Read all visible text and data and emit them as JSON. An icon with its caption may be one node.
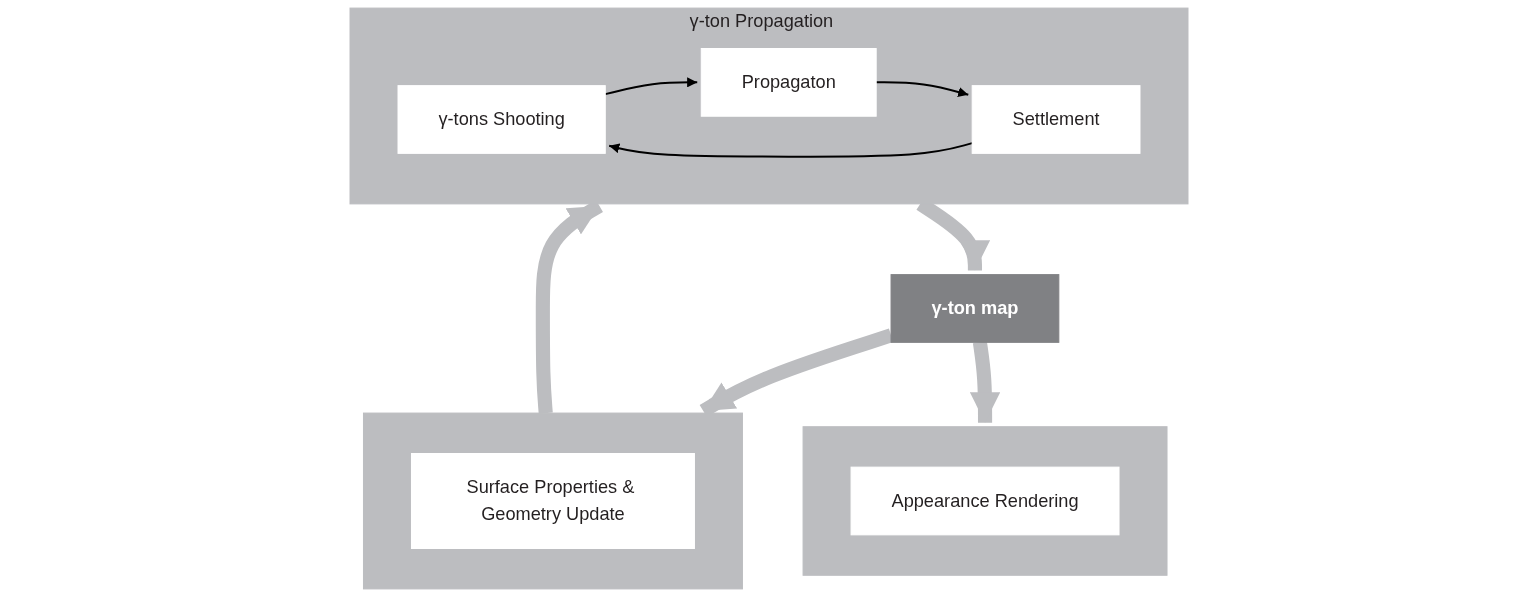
{
  "diagram": {
    "nodes": [
      {
        "text": [
          "γ-ton Propagation"
        ]
      },
      {
        "text": [
          "γ-tons Shooting"
        ],
        "in": 0
      },
      {
        "text": [
          "Propagaton"
        ],
        "in": 0
      },
      {
        "text": [
          "Settlement"
        ],
        "in": 0
      },
      {
        "text": [],
        "shape": "box"
      },
      {
        "text": [
          "Surface Properties & Geometry Update"
        ],
        "in": 4
      },
      {
        "text": [
          "γ-ton map"
        ]
      },
      {
        "text": [],
        "shape": "box"
      },
      {
        "text": [
          "Appearance Rendering"
        ],
        "in": 7
      }
    ],
    "edges": [
      {
        "from": 1,
        "to": 2,
        "arrow": "to",
        "color": "#000000"
      },
      {
        "from": 2,
        "to": 3,
        "arrow": "to",
        "color": "#000000"
      },
      {
        "from": 3,
        "to": 1,
        "arrow": "to",
        "color": "#000000"
      },
      {
        "from": 0,
        "to": 6,
        "arrow": "to",
        "color": "#bcbdc0"
      },
      {
        "from": 6,
        "to": 4,
        "arrow": "to",
        "color": "#bcbdc0"
      },
      {
        "from": 6,
        "to": 7,
        "arrow": "to",
        "color": "#bcbdc0"
      },
      {
        "from": 4,
        "to": 0,
        "arrow": "to",
        "color": "#bcbdc0"
      }
    ]
  }
}
